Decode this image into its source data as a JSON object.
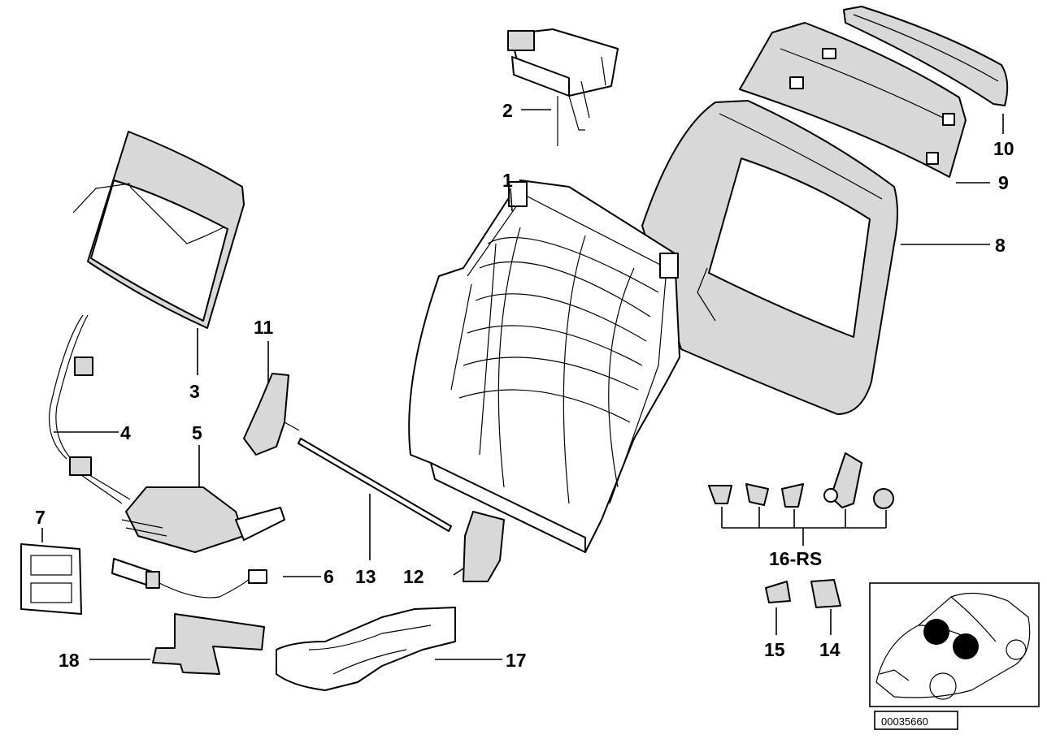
{
  "callouts": [
    {
      "id": "1",
      "label": "1"
    },
    {
      "id": "2",
      "label": "2"
    },
    {
      "id": "3",
      "label": "3"
    },
    {
      "id": "4",
      "label": "4"
    },
    {
      "id": "5",
      "label": "5"
    },
    {
      "id": "6",
      "label": "6"
    },
    {
      "id": "7",
      "label": "7"
    },
    {
      "id": "8",
      "label": "8"
    },
    {
      "id": "9",
      "label": "9"
    },
    {
      "id": "10",
      "label": "10"
    },
    {
      "id": "11",
      "label": "11"
    },
    {
      "id": "12",
      "label": "12"
    },
    {
      "id": "13",
      "label": "13"
    },
    {
      "id": "14",
      "label": "14"
    },
    {
      "id": "15",
      "label": "15"
    },
    {
      "id": "16",
      "label": "16-RS"
    },
    {
      "id": "17",
      "label": "17"
    },
    {
      "id": "18",
      "label": "18"
    }
  ],
  "reference_image_number": "00035660"
}
